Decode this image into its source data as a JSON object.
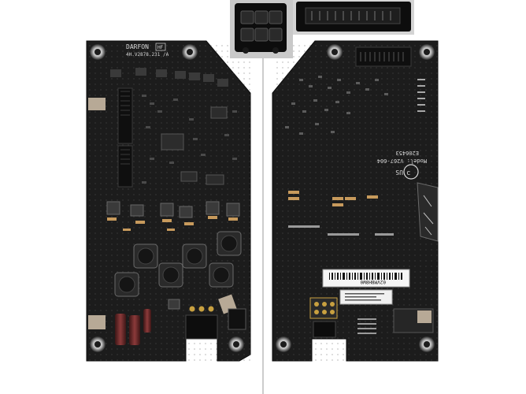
{
  "left_board": {
    "brand": "DARFON",
    "brand_badge": "HF",
    "part_number": "4H.V2878.231 /A"
  },
  "right_board": {
    "model_line_1": "Model: V267-604",
    "model_line_2": "E206453",
    "cert_mark": "US",
    "barcode_text": "02VM8H8W0"
  },
  "colors": {
    "background": "#ffffff",
    "pcb": "#1c1c1c",
    "divider": "#9a9a9a",
    "connector": "#0d0d0d"
  },
  "icons": {
    "left_board": "pcb-board-icon",
    "right_board": "pcb-board-icon",
    "connector_inset": "connector-icon",
    "cert": "ul-cert-icon"
  }
}
